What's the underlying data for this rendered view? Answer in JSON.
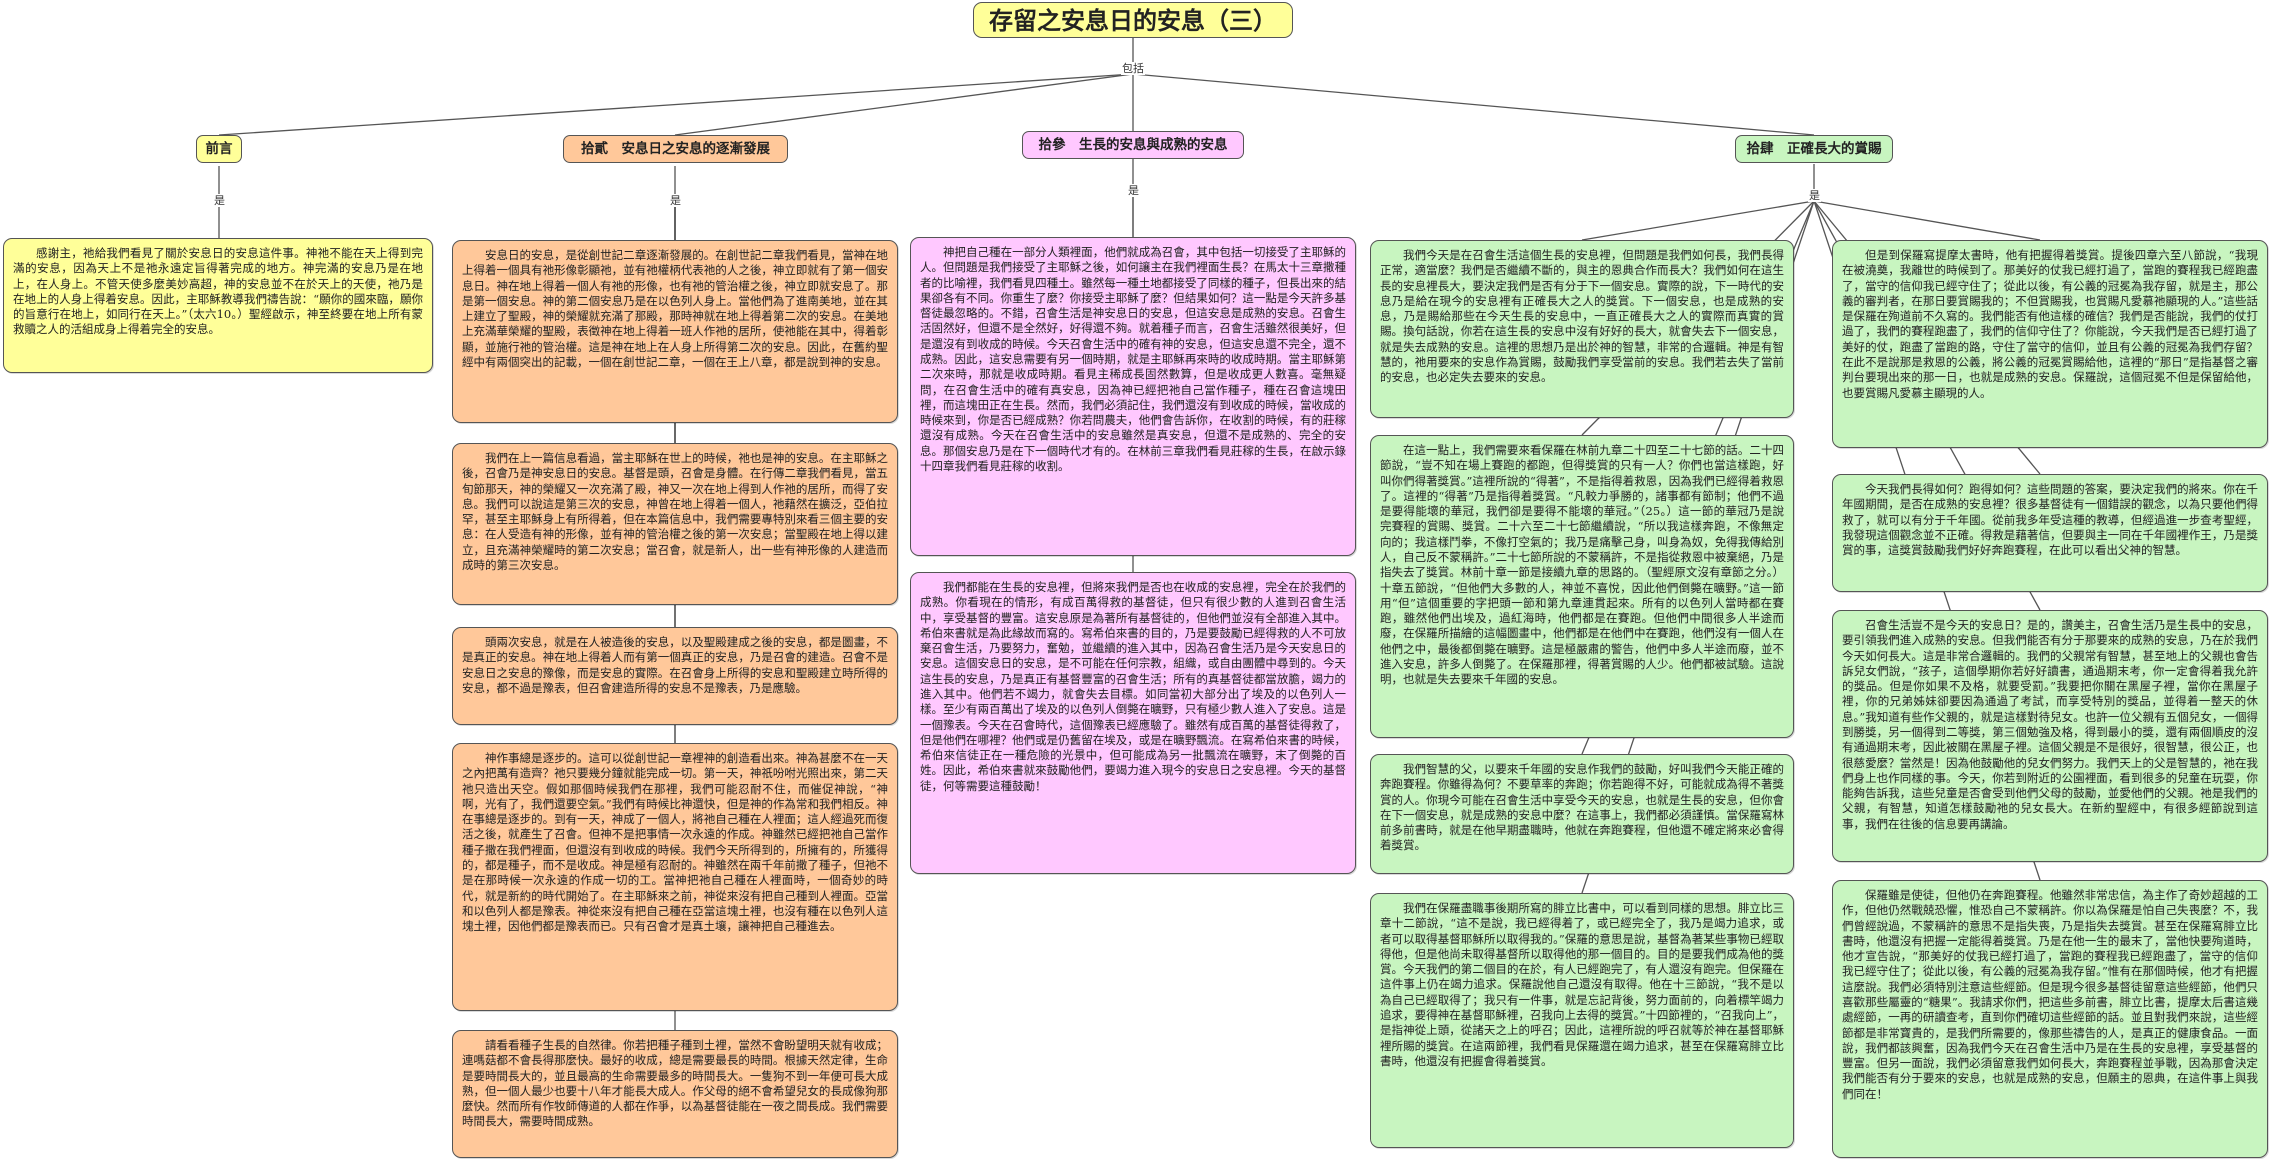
{
  "title": "存留之安息日的安息（三）",
  "root_link_label": "包括",
  "branch_link_label": "是",
  "colors": {
    "yellow": "#ffff99",
    "orange": "#ffc89a",
    "pink": "#ffc8ff",
    "green": "#c8f5c0"
  },
  "branches": [
    {
      "label": "前言"
    },
    {
      "label": "拾貳　安息日之安息的逐漸發展"
    },
    {
      "label": "拾參　生長的安息與成熟的安息"
    },
    {
      "label": "拾肆　正確長大的賞賜"
    }
  ],
  "nodes": {
    "preface_1": "感謝主，祂給我們看見了關於安息日的安息這件事。神祂不能在天上得到完滿的安息，因為天上不是祂永遠定旨得著完成的地方。神完滿的安息乃是在地上，在人身上。不管天使多麼美妙高超，神的安息並不在於天上的天使，祂乃是在地上的人身上得着安息。因此，主耶穌教導我們禱告說：“願你的國來臨，願你的旨意行在地上，如同行在天上。”（太六10。）聖經啟示，神至終要在地上所有蒙救贖之人的活組成身上得着完全的安息。",
    "twelve_1": "安息日的安息，是從創世記二章逐漸發展的。在創世記二章我們看見，當神在地上得着一個具有祂形像彰顯祂，並有祂權柄代表祂的人之後，神立即就有了第一個安息日。神在地上得着一個人有祂的形像，也有祂的管治權之後，神立即就安息了。那是第一個安息。神的第二個安息乃是在以色列人身上。當他們為了進南美地，並在其上建立了聖殿，神的榮耀就充滿了那殿，那時神就在地上得着第二次的安息。在美地上充滿華榮耀的聖殿，表徵神在地上得着一班人作祂的居所，使祂能在其中，得着彰顯，並施行祂的管治權。這是神在地上在人身上所得第二次的安息。因此，在舊約聖經中有兩個突出的記載，一個在創世記二章，一個在王上八章，都是說到神的安息。",
    "twelve_2": "我們在上一篇信息看過，當主耶穌在世上的時候，祂也是神的安息。在主耶穌之後，召會乃是神安息日的安息。基督是頭，召會是身體。在行傳二章我們看見，當五旬節那天，神的榮耀又一次充滿了殿，神又一次在地上得到人作祂的居所，而得了安息。我們可以說這是第三次的安息，神曾在地上得着一個人，祂藉然在擴泛，亞伯拉罕，甚至主耶穌身上有所得着，但在本篇信息中，我們需要專特別來看三個主要的安息：在人受造有神的形像，並有神的管治權之後的第一次安息；當聖殿在地上得以建立，且充滿神榮耀時的第二次安息；當召會，就是新人，出一些有神形像的人建造而成時的第三次安息。",
    "twelve_3": "頭兩次安息，就是在人被造後的安息，以及聖殿建成之後的安息，都是圖畫，不是真正的安息。神在地上得着人而有第一個真正的安息，乃是召會的建造。召會不是安息日之安息的豫像，而是安息的實際。在召會身上所得的安息和聖殿建立時所得的安息，都不過是豫表，但召會建造所得的安息不是豫表，乃是應驗。",
    "twelve_4": "神作事總是逐步的。這可以從創世記一章裡神的創造看出來。神為甚麼不在一天之內把萬有造齊？祂只要幾分鐘就能完成一切。第一天，神祇吩咐光照出來，第二天祂只造出天空。假如那個時候我們在那裡，我們可能忍耐不住，而催促神說，“神啊，光有了，我們還要空氣。”我們有時候比神還快，但是神的作為常和我們相反。神在事總是逐步的。到有一天，神成了一個人，將祂自己種在人裡面；這人經過死而復活之後，就產生了召會。但神不是把事情一次永遠的作成。神雖然已經把祂自己當作種子撒在我們裡面，但還沒有到收成的時候。我們今天所得到的，所擁有的，所獲得的，都是種子，而不是收成。神是極有忍耐的。神雖然在兩千年前撒了種子，但祂不是在那時候一次永遠的作成一切的工。當神把祂自己種在人裡面時，一個奇妙的時代，就是新約的時代開始了。在主耶穌來之前，神從來沒有把自己種到人裡面。亞當和以色列人都是豫表。神從來沒有把自己種在亞當這塊土裡，也沒有種在以色列人這塊土裡，因他們都是豫表而已。只有召會才是真土壤，讓神把自己種進去。",
    "twelve_5": "請看看種子生長的自然律。你若把種子種到土裡，當然不會盼望明天就有收成；連嗎菇都不會長得那麼快。最好的收成，總是需要最長的時間。根據天然定律，生命是要時間長大的，並且最高的生命需要最多的時間長大。一隻狗不到一年便可長大成熟，但一個人最少也要十八年才能長大成人。作父母的絕不會希望兒女的長成像狗那麼快。然而所有作牧師傳道的人都在作爭，以為基督徒能在一夜之間長成。我們需要時間長大，需要時間成熟。",
    "thirteen_1": "神把自己種在一部分人類裡面，他們就成為召會，其中包括一切接受了主耶穌的人。但問題是我們接受了主耶穌之後，如何讓主在我們裡面生長？在馬太十三章撒種者的比喻裡，我們看見四種土。雖然每一種土地都接受了同樣的種子，但長出來的結果卻各有不同。你重生了麼？你接受主耶穌了麼？但結果如何？這一點是今天許多基督徒最忽略的。不錯，召會生活是神安息日的安息，但這安息是成熟的安息。召會生活固然好，但還不是全然好，好得還不夠。就着種子而言，召會生活雖然很美好，但是還沒有到收成的時候。今天召會生活中的確有神的安息，但這安息還不完全，還不成熟。因此，這安息需要有另一個時期，就是主耶穌再來時的收成時期。當主耶穌第二次來時，那就是收成時期。看見主稀成長固然數算，但是收成更人數喜。毫無疑問，在召會生活中的確有真安息，因為神已經把祂自己當作種子，種在召會這塊田裡，而這塊田正在生長。然而，我們必須記住，我們還沒有到收成的時候，當收成的時候來到，你是否已經成熟？你若問農夫，他們會告訴你，在收割的時候，有的莊稼還沒有成熟。今天在召會生活中的安息雖然是真安息，但還不是成熟的、完全的安息。那個安息乃是在下一個時代才有的。在林前三章我們看見莊稼的生長，在啟示錄十四章我們看見莊稼的收割。",
    "thirteen_2": "我們都能在生長的安息裡，但將來我們是否也在收成的安息裡，完全在於我們的成熟。你看現在的情形，有成百萬得救的基督徒，但只有很少數的人進到召會生活中，享受基督的豐富。這安息原是為著所有基督徒的，但他們並沒有全部進入其中。希伯來書就是為此緣故而寫的。寫希伯來書的目的，乃是要鼓勵已經得救的人不可放棄召會生活，乃要努力，奮勉，並繼續的進入其中，因為召會生活乃是今天安息日的安息。這個安息日的安息，是不可能在任何宗教，組織，或自由團體中尋到的。今天這生長的安息，乃是真正有基督豐富的召會生活；所有的真基督徒都當放膽，竭力的進入其中。他們若不竭力，就會失去目標。如同當初大部分出了埃及的以色列人一樣。至少有兩百萬出了埃及的以色列人倒斃在曠野，只有極少數人進入了安息。這是一個豫表。今天在召會時代，這個豫表已經應驗了。雖然有成百萬的基督徒得救了，但是他們在哪裡？他們或是仍舊留在埃及，或是在曠野飄流。在寫希伯來書的時候，希伯來信徒正在一種危險的光景中，但可能成為另一批飄流在曠野，末了倒斃的百姓。因此，希伯來書就來鼓勵他們，要竭力進入現今的安息日之安息裡。今天的基督徒，何等需要這種鼓勵！",
    "fourteen_1": "我們今天是在召會生活這個生長的安息裡，但問題是我們如何長，我們長得正常，適當麼？我們是否繼續不斷的，與主的恩典合作而長大？我們如何在這生長的安息裡長大，要決定我們是否有分于下一個安息。實際的說，下一時代的安息乃是給在現今的安息裡有正確長大之人的獎賞。下一個安息，也是成熟的安息，乃是賜給那些在今天生長的安息中，一直正確長大之人的實際而真實的賞賜。換句話說，你若在這生長的安息中沒有好好的長大，就會失去下一個安息，就是失去成熟的安息。這裡的思想乃是出於神的智慧，非常的合邏輯。神是有智慧的，祂用要來的安息作為賞賜，鼓勵我們享受當前的安息。我們若去失了當前的安息，也必定失去要來的安息。",
    "fourteen_2": "在這一點上，我們需要來看保羅在林前九章二十四至二十七節的話。二十四節說，“豈不知在場上賽跑的都跑，但得獎賞的只有一人？你們也當這樣跑，好叫你們得著獎賞。”這裡所說的“得著”，不是指得着救恩，因為我們已經得着救恩了。這裡的“得著”乃是指得着獎賞。“凡較力爭勝的，諸事都有節制；他們不過是要得能壞的華冠，我們卻是要得不能壞的華冠。”（25。）這一節的華冠乃是說完賽程的賞賜、獎賞。二十六至二十七節繼續說，“所以我這樣奔跑，不像無定向的；我這樣鬥拳，不像打空氣的；我乃是痛擊己身，叫身為奴，免得我傳給別人，自己反不蒙稱許。”二十七節所說的不蒙稱許，不是指從救恩中被棄絕，乃是指失去了獎賞。林前十章一節是接續九章的思路的。（聖經原文沒有章節之分。）十章五節說，“但他們大多數的人，神並不喜悅，因此他們倒斃在曠野。”這一節用“但”這個重要的字把頭一節和第九章連貫起來。所有的以色列人當時都在賽跑，雖然他們出埃及，過紅海時，他們都是在賽跑。但他們中間很多人半途而廢，在保羅所描繪的這幅圖畫中，他們都是在他們中在賽跑，他們沒有一個人在他們之中，最後都倒斃在曠野。這是極嚴肅的警告，他們中多人半途而廢，並不進入安息，許多人倒斃了。在保羅那裡，得著賞賜的人少。他們都被試驗。這說明，也就是失去要來千年國的安息。",
    "fourteen_3": "我們智慧的父，以要來千年國的安息作我們的鼓勵，好叫我們今天能正確的奔跑賽程。你雖得為何？不要草率的奔跑；你若跑得不好，可能就成為得不著獎賞的人。你現今可能在召會生活中享受今天的安息，也就是生長的安息，但你會在下一個安息，就是成熟的安息中麼？在這事上，我們都必須謹慎。當保羅寫林前多前書時，就是在他早期盡職時，他就在奔跑賽程，但他還不確定將來必會得着獎賞。",
    "fourteen_4": "我們在保羅盡職事後期所寫的腓立比書中，可以看到同樣的思想。腓立比三章十二節說，“這不是說，我已經得着了，或已經完全了，我乃是竭力追求，或者可以取得基督耶穌所以取得我的。”保羅的意思是說，基督為著某些事物已經取得他，但是他尚未取得基督所以取得他的那一個目的。目的是要我們成為他的獎賞。今天我們的第二個目的在於，有人已經跑完了，有人還沒有跑完。但保羅在這件事上仍在竭力追求。保羅說他自己還沒有取得。他在十三節說，“我不是以為自己已經取得了；我只有一件事，就是忘記背後，努力面前的，向着標竿竭力追求，要得神在基督耶穌裡，召我向上去得的獎賞。”十四節裡的，“召我向上”，是指神從上頭，從諸天之上的呼召；因此，這裡所說的呼召就等於神在基督耶穌裡所賜的獎賞。在這兩節裡，我們看見保羅還在竭力追求，甚至在保羅寫腓立比書時，他還沒有把握會得着獎賞。",
    "fourteen_5": "但是到保羅寫提摩太書時，他有把握得着獎賞。提後四章六至八節說，“我現在被澆奠，我離世的時候到了。那美好的仗我已經打過了，當跑的賽程我已經跑盡了，當守的信仰我已經守住了；從此以後，有公義的冠冕為我存留，就是主，那公義的審判者，在那日要賞賜我的；不但賞賜我，也賞賜凡愛慕祂顯現的人。”這些話是保羅在殉道前不久寫的。我們能否有他這樣的確信？我們是否能說，我們的仗打過了，我們的賽程跑盡了，我們的信仰守住了？你能說，今天我們是否已經打過了美好的仗，跑盡了當跑的路，守住了當守的信仰，並且有公義的冠冕為我們存留？在此不是說那是救恩的公義，將公義的冠冕賞賜給他，這裡的“那日”是指基督之審判台要現出來的那一日，也就是成熟的安息。保羅說，這個冠冕不但是保留給他，也要賞賜凡愛慕主顯現的人。",
    "fourteen_6": "今天我們長得如何？跑得如何？這些問題的答案，要決定我們的將來。你在千年國期間，是否在成熟的安息裡？很多基督徒有一個錯誤的觀念，以為只要他們得救了，就可以有分于千年國。從前我多年受這種的教導，但經過進一步查考聖經，我發現這個觀念並不正確。得救是藉著信，但要與主一同在千年國裡作王，乃是獎賞的事，這獎賞鼓勵我們好好奔跑賽程，在此可以看出父神的智慧。",
    "fourteen_7": "召會生活豈不是今天的安息日？是的，讚美主，召會生活乃是生長中的安息，要引領我們進入成熟的安息。但我們能否有分于那要來的成熟的安息，乃在於我們今天如何長大。這是非常合邏輯的。我們的父親常有智慧，甚至地上的父親也會告訴兒女們說，“孩子，這個學期你若好好讀書，通過期末考，你一定會得着我允許的獎品。但是你如果不及格，就要受罰。”我要把你關在黑屋子裡，當你在黑屋子裡，你的兄弟姊妹卻要因為通過了考試，而享受特別的獎品，並得着一整天的休息。”我知道有些作父親的，就是這樣對待兒女。也許一位父親有五個兒女，一個得到勝獎，另一個得到二等獎，第三個勉強及格，得到最小的獎，還有兩個順皮的沒有通過期末考，因此被關在黑屋子裡。這個父親是不是很好，很智慧，很公正，也很慈愛麼？當然是！因為他鼓勵他的兒女們努力。我們天上的父是智慧的，祂在我們身上也作同樣的事。今天，你若到附近的公園裡面，看到很多的兒童在玩耍，你能夠告訴我，這些兒童是否會受到他們父母的鼓勵，並愛他們的父親。祂是我們的父親，有智慧，知道怎樣鼓勵祂的兒女長大。在新約聖經中，有很多經節說到這事，我們在往後的信息要再講論。",
    "fourteen_8": "保羅雖是使徒，但他仍在奔跑賽程。他雖然非常忠信，為主作了奇妙超越的工作，但他仍然戰兢恐懼，惟恐自己不蒙稱許。你以為保羅是怕自己失喪麼？不，我們曾經說過，不蒙稱許的意思不是指失喪，乃是指失去獎賞。甚至在保羅寫腓立比書時，他還沒有把握一定能得着獎賞。乃是在他一生的最末了，當他快要殉道時，他才宣告說，“那美好的仗我已經打過了，當跑的賽程我已經跑盡了，當守的信仰我已經守住了；從此以後，有公義的冠冕為我存留。”惟有在那個時候，他才有把握這麼說。我們必須特別注意這些經節。但是現今很多基督徒留意這些經節，他們只喜歡那些屬靈的“糖果”。我請求你們，把這些多前書，腓立比書，提摩太后書這幾處經節，一再的研讀查考，直到你們確切這些經節的話。並且對我們來說，這些經節都是非常寶貴的，是我們所需要的，像那些禱告的人，是真正的健康食品。一面說，我們都該興奮，因為我們今天在召會生活中乃是在生長的安息裡，享受基督的豐富。但另一面說，我們必須留意我們如何長大，奔跑賽程並爭戰，因為那會決定我們能否有分于要來的安息，也就是成熟的安息，但願主的恩典，在這件事上與我們同在！"
  }
}
